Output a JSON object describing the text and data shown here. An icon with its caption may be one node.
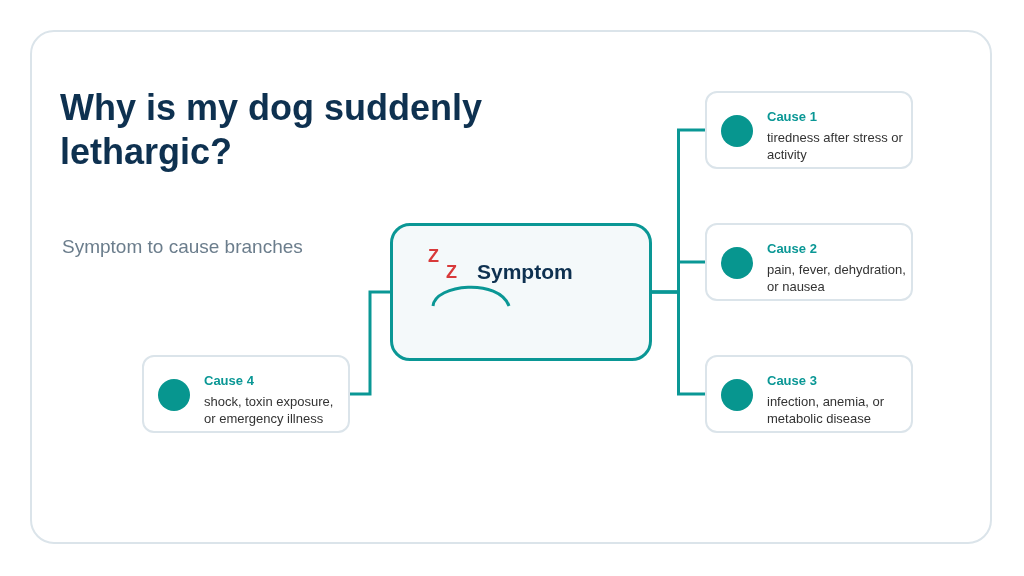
{
  "diagram": {
    "title": "Why is my dog suddenly lethargic?",
    "nodes": [
      {
        "text": [
          "Symptom"
        ]
      },
      {
        "text": [
          "Cause 1",
          "tiredness after stress or activity"
        ]
      },
      {
        "text": [
          "Cause 2",
          "pain, fever, dehydration, or nausea"
        ]
      },
      {
        "text": [
          "Cause 3",
          "infection, anemia, or metabolic disease"
        ]
      },
      {
        "text": [
          "Cause 4",
          "shock, toxin exposure, or emergency illness"
        ]
      }
    ],
    "edges": [
      {
        "from": 0,
        "to": 1,
        "arrow": "none"
      },
      {
        "from": 0,
        "to": 2,
        "arrow": "none"
      },
      {
        "from": 0,
        "to": 3,
        "arrow": "none"
      },
      {
        "from": 0,
        "to": 4,
        "arrow": "none"
      }
    ],
    "labels": [
      "Symptom to cause branches",
      "Z",
      "Z"
    ]
  }
}
